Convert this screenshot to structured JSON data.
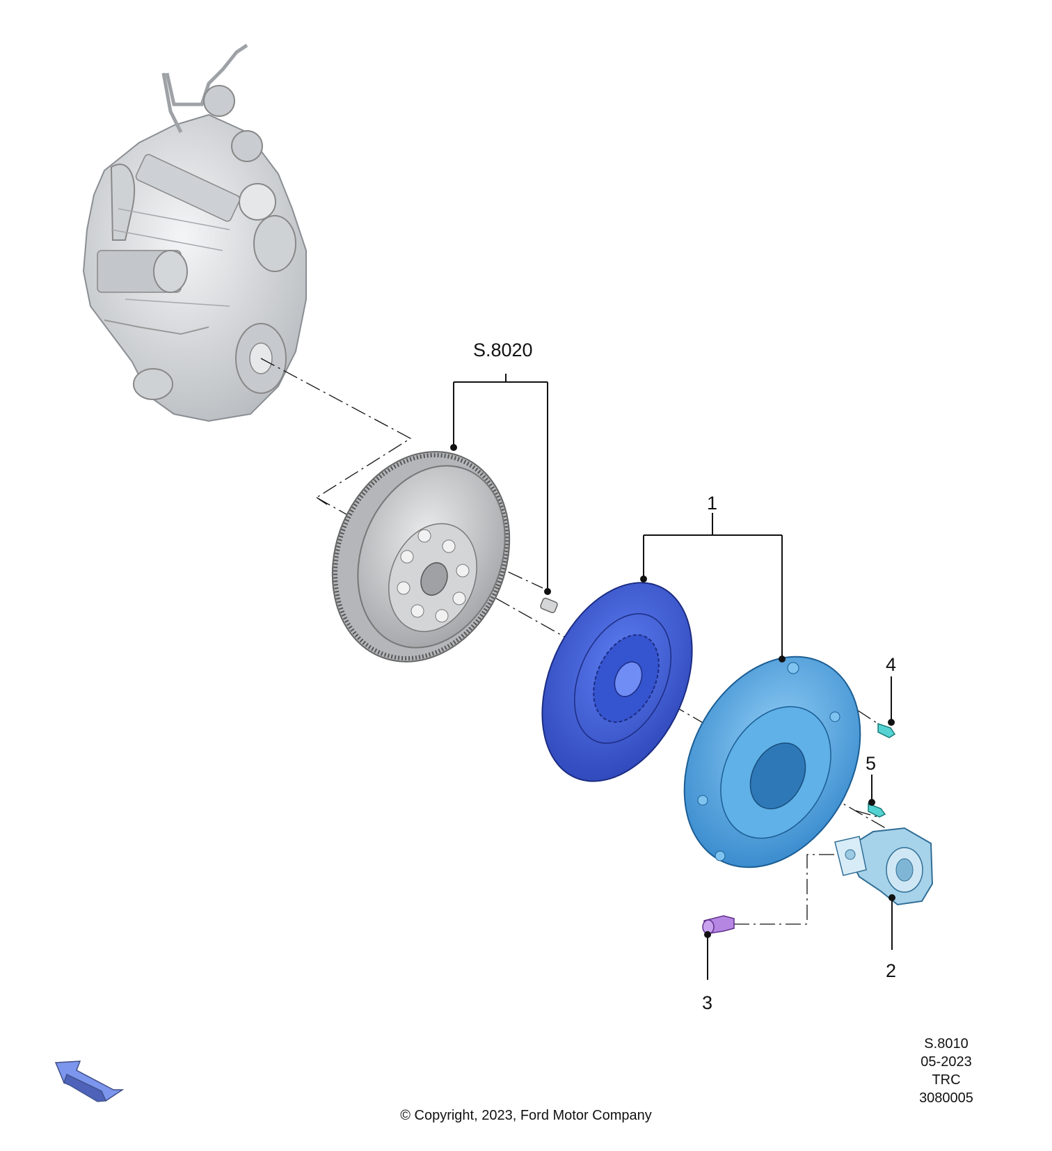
{
  "groups": {
    "flywheel": "S.8020",
    "clutch_kit": "1"
  },
  "callouts": {
    "slave_cylinder": "2",
    "bleed_screw": "3",
    "bolt_a": "4",
    "bolt_b": "5"
  },
  "reference": {
    "section": "S.8010",
    "date": "05-2023",
    "code": "TRC",
    "number": "3080005"
  },
  "copyright": "© Copyright, 2023, Ford Motor Company",
  "colors": {
    "engine": "#d9dcdf",
    "flywheel": "#c8c9cb",
    "clutch_disc": "#3f5fd6",
    "pressure_plate": "#4aa3e0",
    "slave_cylinder": "#9fcde6",
    "bolts": "#4ad0cf",
    "bleed_screw": "#b07ee0",
    "direction_arrow": "#9bb0f0"
  },
  "icons": [
    "direction-arrow-icon"
  ]
}
